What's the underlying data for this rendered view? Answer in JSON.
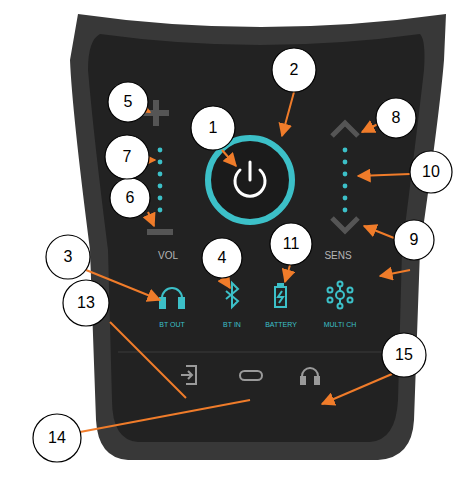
{
  "diagram": {
    "labels": [
      "1",
      "2",
      "3",
      "4",
      "5",
      "6",
      "7",
      "8",
      "9",
      "10",
      "11",
      "13",
      "14",
      "15",
      "VOL",
      "SENS",
      "BT OUT",
      "BT IN",
      "BATTERY",
      "MULTI CH"
    ]
  }
}
